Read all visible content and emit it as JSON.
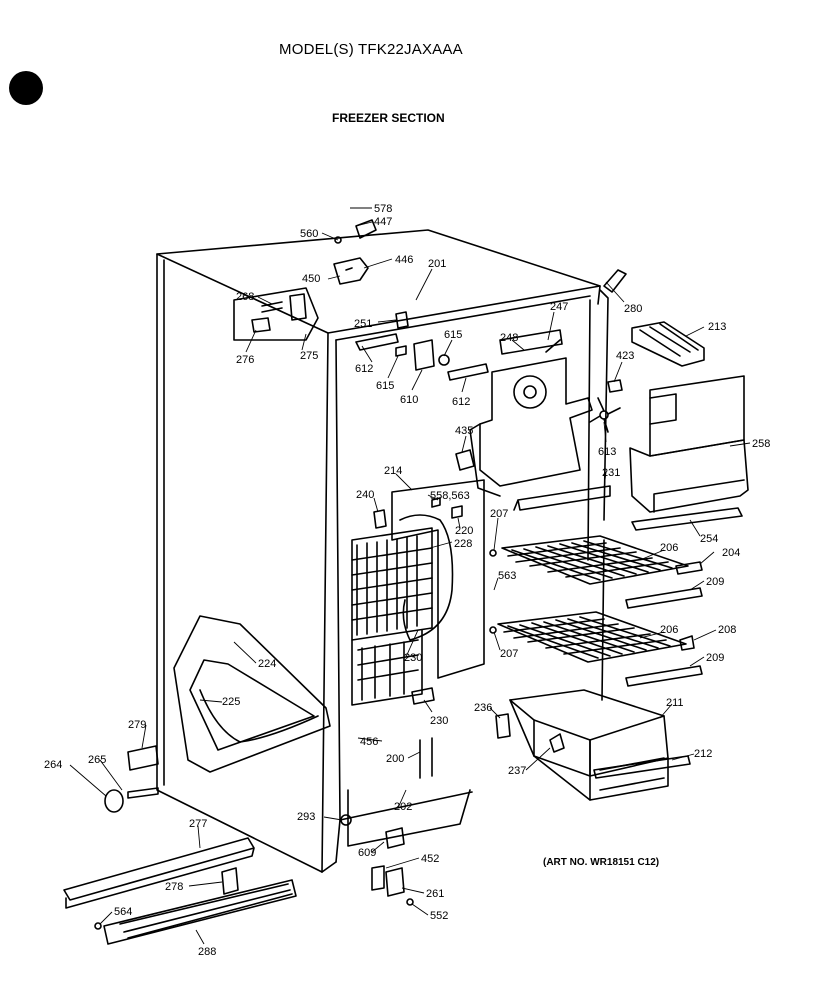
{
  "header": {
    "model": "MODEL(S) TFK22JAXAAA",
    "section": "FREEZER SECTION"
  },
  "art_number": "(ART NO. WR18151 C12)",
  "part_labels": {
    "p578": "578",
    "p447": "447",
    "p560": "560",
    "p446": "446",
    "p450": "450",
    "p201": "201",
    "p280": "280",
    "p268": "268",
    "p251": "251",
    "p247": "247",
    "p213": "213",
    "p615a": "615",
    "p248": "248",
    "p612a": "612",
    "p276": "276",
    "p275": "275",
    "p615b": "615",
    "p423": "423",
    "p610": "610",
    "p612b": "612",
    "p435": "435",
    "p613": "613",
    "p258": "258",
    "p214": "214",
    "p231": "231",
    "p240": "240",
    "p558563": "558,563",
    "p207a": "207",
    "p220": "220",
    "p228": "228",
    "p254": "254",
    "p206a": "206",
    "p204": "204",
    "p563": "563",
    "p209a": "209",
    "p206b": "206",
    "p208": "208",
    "p207b": "207",
    "p230a": "230",
    "p224": "224",
    "p209b": "209",
    "p225": "225",
    "p211": "211",
    "p236": "236",
    "p230b": "230",
    "p279": "279",
    "p456": "456",
    "p212": "212",
    "p200": "200",
    "p264": "264",
    "p265": "265",
    "p237": "237",
    "p202": "202",
    "p293": "293",
    "p277": "277",
    "p609": "609",
    "p452": "452",
    "p278": "278",
    "p261": "261",
    "p564": "564",
    "p552": "552",
    "p288": "288"
  }
}
